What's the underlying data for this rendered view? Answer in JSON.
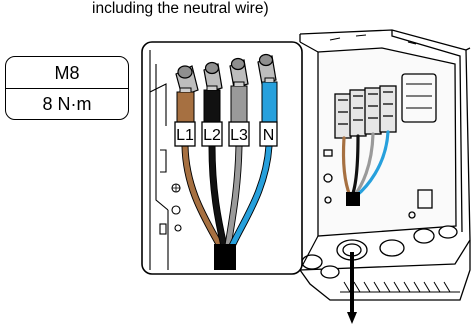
{
  "caption": "including the neutral wire)",
  "spec": {
    "bolt": "M8",
    "torque": "8 N·m"
  },
  "terminals": [
    {
      "label": "L1",
      "color": "#a67041"
    },
    {
      "label": "L2",
      "color": "#111111"
    },
    {
      "label": "L3",
      "color": "#9a9a9a"
    },
    {
      "label": "N",
      "color": "#27a0dc"
    }
  ]
}
